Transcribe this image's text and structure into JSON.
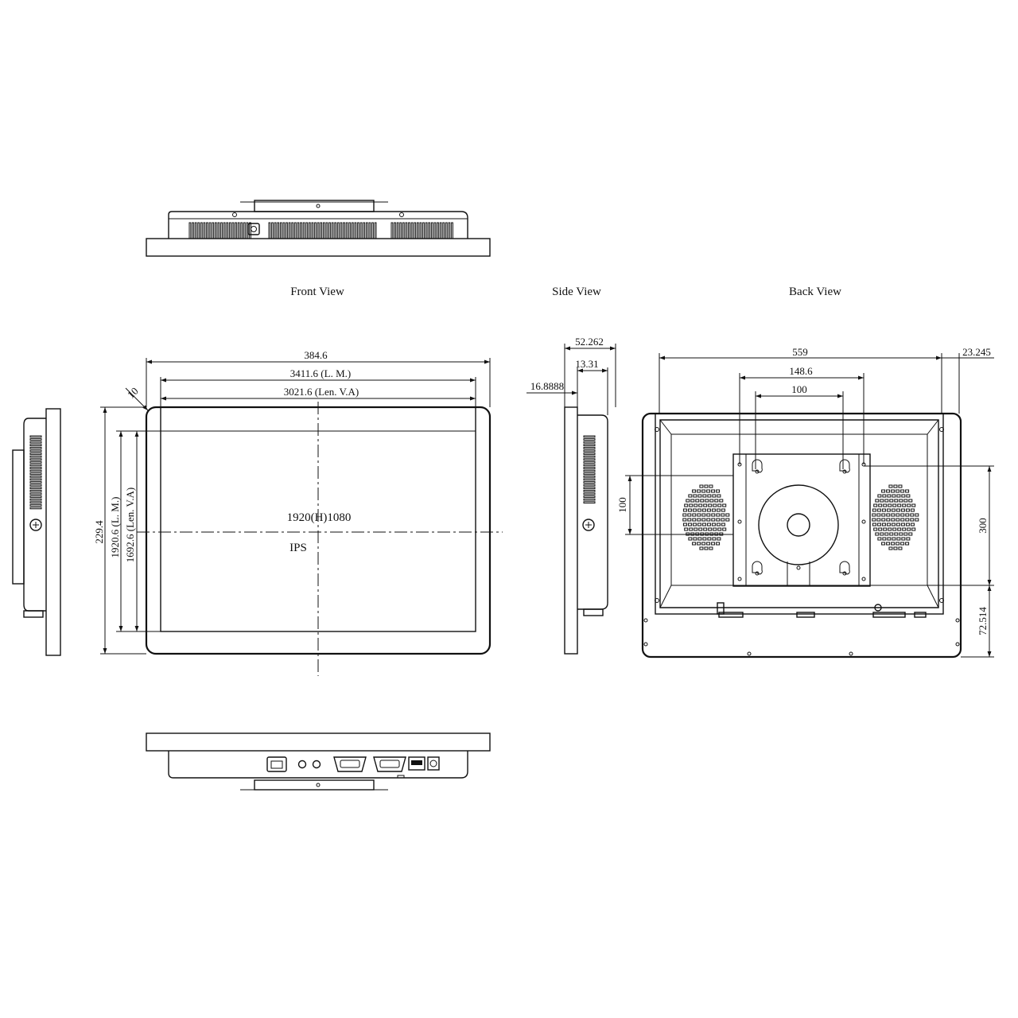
{
  "views": {
    "front": "Front View",
    "side": "Side View",
    "back": "Back View"
  },
  "front": {
    "overall_width": "384.6",
    "lm_width": "3411.6 (L. M.)",
    "va_width": "3021.6 (Len. V.A)",
    "corner": "10",
    "overall_height": "229.4",
    "lm_height": "1920.6 (L. M.)",
    "va_height": "1692.6 (Len. V.A)",
    "resolution": "1920(H)1080",
    "panel": "IPS"
  },
  "side": {
    "depth_total": "52.262",
    "depth_body": "13.31",
    "bezel": "16.8888"
  },
  "back": {
    "width": "559",
    "mount_outer": "148.6",
    "vesa_h": "100",
    "edge": "23.245",
    "vesa_v": "100",
    "height": "300",
    "bottom": "72.514"
  }
}
